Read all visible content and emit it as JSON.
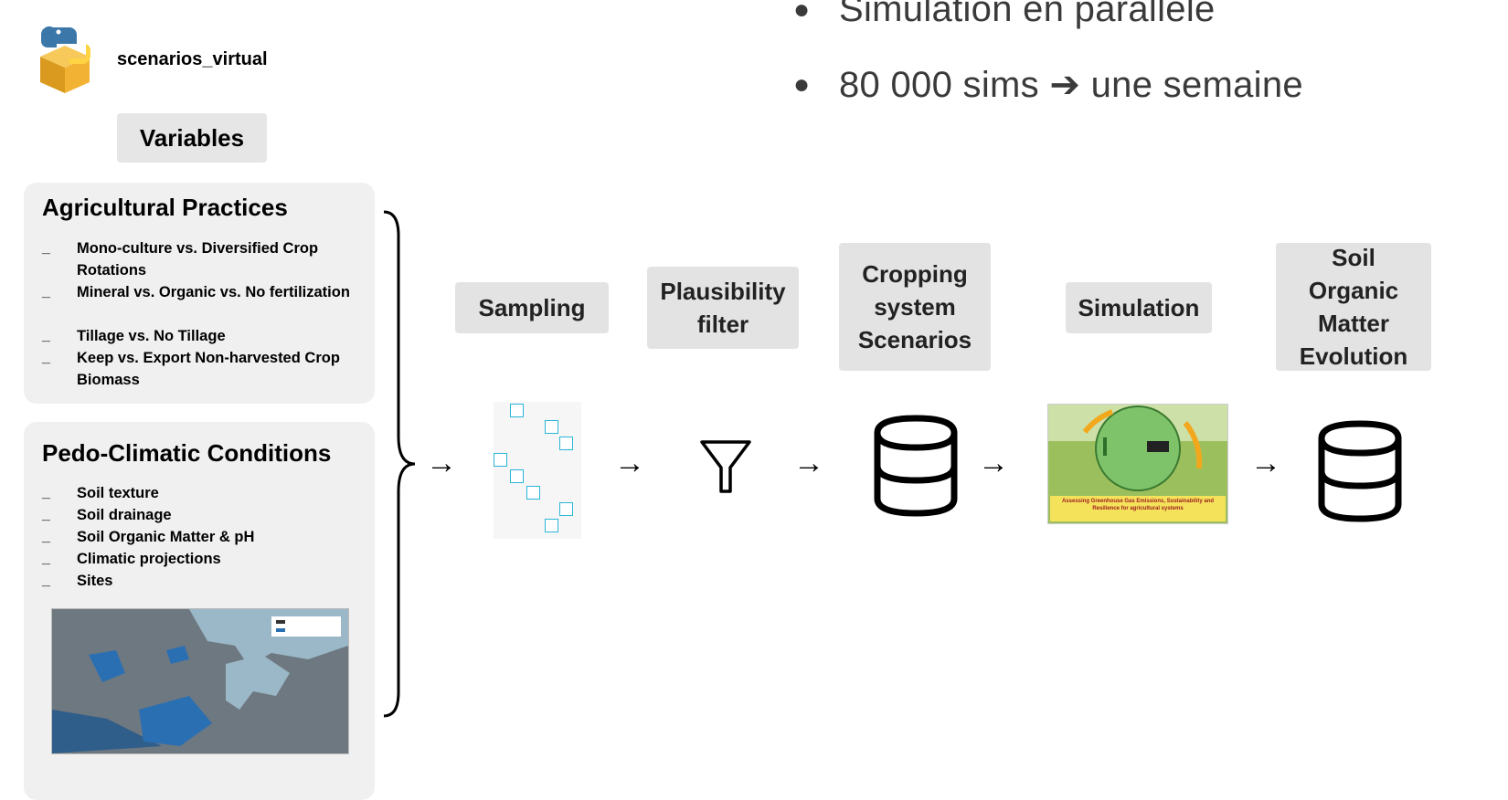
{
  "bullets": [
    {
      "text": "Simulation en parallèle"
    },
    {
      "text": "80 000 sims ➔ une semaine"
    }
  ],
  "project": {
    "name": "scenarios_virtual",
    "icon": "python-package-icon"
  },
  "variables_label": "Variables",
  "agricultural_practices": {
    "title": "Agricultural Practices",
    "items": [
      "Mono-culture vs. Diversified Crop Rotations",
      "Mineral vs. Organic vs. No fertilization",
      "Tillage vs. No Tillage",
      "Keep vs. Export Non-harvested Crop Biomass"
    ]
  },
  "pedo_climatic": {
    "title": "Pedo-Climatic Conditions",
    "items": [
      "Soil texture",
      "Soil drainage",
      "Soil Organic Matter & pH",
      "Climatic projections",
      "Sites"
    ]
  },
  "stages": [
    {
      "label": "Sampling",
      "icon": "scatter-sample-icon"
    },
    {
      "label": "Plausibility filter",
      "icon": "funnel-icon"
    },
    {
      "label": "Cropping system Scenarios",
      "icon": "database-icon"
    },
    {
      "label": "Simulation",
      "icon": "simulation-model-image"
    },
    {
      "label": "Soil Organic Matter Evolution",
      "icon": "database-icon"
    }
  ],
  "sim_image_caption": "Assessing Greenhouse Gas Emissions, Sustainability and Resilience for agricultural systems",
  "colors": {
    "stage_bg": "#e3e3e3",
    "panel_bg": "#f0f0f0",
    "sample_square": "#29b6d8"
  }
}
